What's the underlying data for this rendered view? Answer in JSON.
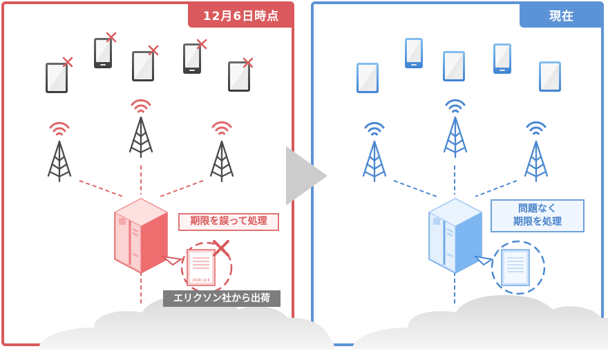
{
  "panels": {
    "before": {
      "title": "12月6日時点",
      "accent_color": "#d9595c",
      "devices_status": "error",
      "tower_count": 3,
      "device_count": 5,
      "error_label": "期限を誤って処理",
      "certificate_date": "2018.12.6",
      "shipping_label": "エリクソン社から出荷"
    },
    "after": {
      "title": "現在",
      "accent_color": "#5c93d6",
      "devices_status": "ok",
      "tower_count": 3,
      "device_count": 5,
      "ok_label_line1": "問題なく",
      "ok_label_line2": "期限を処理"
    }
  },
  "transition_arrow": "right-arrow-icon"
}
